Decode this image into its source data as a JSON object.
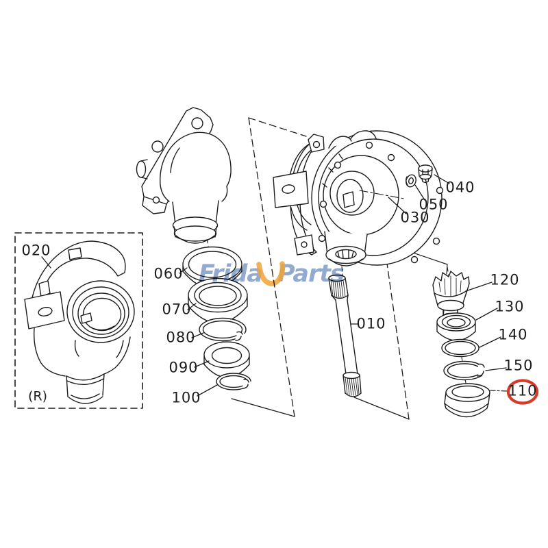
{
  "watermark": {
    "text_start": "Frida",
    "text_end": "Parts",
    "text_color": "#5f82b9",
    "swoosh_color": "#f0a437"
  },
  "region_tag": "(R)",
  "highlight": {
    "highlighted_part": "110",
    "color": "#d23c28"
  },
  "callouts": {
    "c010": "010",
    "c020": "020",
    "c030": "030",
    "c040": "040",
    "c050": "050",
    "c060": "060",
    "c070": "070",
    "c080": "080",
    "c090": "090",
    "c100": "100",
    "c110": "110",
    "c120": "120",
    "c130": "130",
    "c140": "140",
    "c150": "150"
  }
}
